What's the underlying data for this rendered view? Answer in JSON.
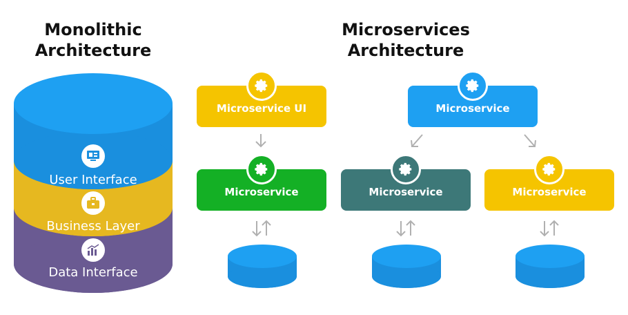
{
  "monolithic": {
    "title_line1": "Monolithic",
    "title_line2": "Architecture",
    "layers": [
      {
        "label": "User Interface",
        "color": "#1a8fde",
        "icon": "monitor-icon"
      },
      {
        "label": "Business Layer",
        "color": "#e6b820",
        "icon": "briefcase-icon"
      },
      {
        "label": "Data Interface",
        "color": "#6a5a92",
        "icon": "chart-icon"
      }
    ],
    "top_color": "#1ea0f2"
  },
  "microservices": {
    "title_line1": "Microservices",
    "title_line2": "Architecture",
    "boxes": [
      {
        "label": "Microservice UI",
        "color": "#f5c400"
      },
      {
        "label": "Microservice",
        "color": "#14b025"
      },
      {
        "label": "Microservice",
        "color": "#1ea0f2"
      },
      {
        "label": "Microservice",
        "color": "#3d7878"
      },
      {
        "label": "Microservice",
        "color": "#f5c400"
      }
    ],
    "database_color": "#1ea0f2"
  }
}
